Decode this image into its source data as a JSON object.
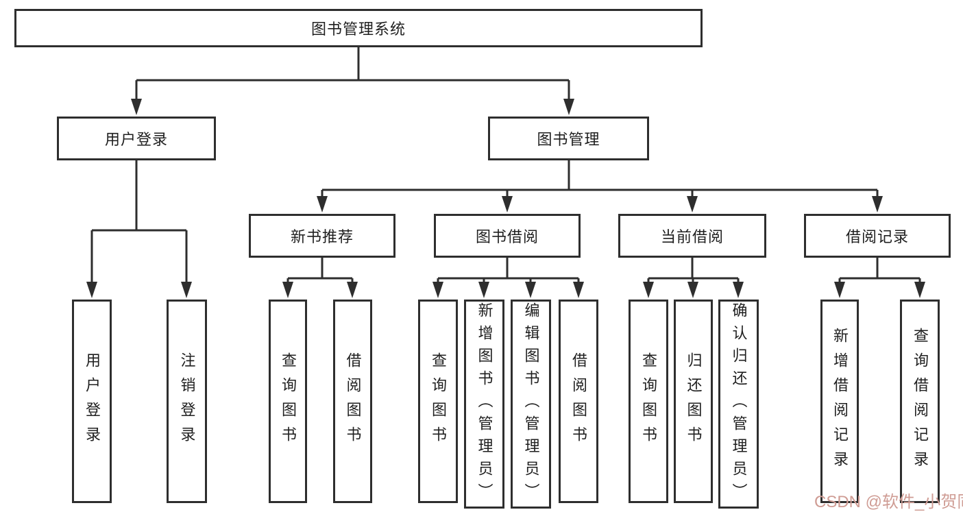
{
  "diagram_title": "图书管理系统",
  "tree": {
    "label": "图书管理系统",
    "children": [
      {
        "label": "用户登录",
        "children": [
          {
            "label": "用户登录"
          },
          {
            "label": "注销登录"
          }
        ]
      },
      {
        "label": "图书管理",
        "children": [
          {
            "label": "新书推荐",
            "children": [
              {
                "label": "查询图书"
              },
              {
                "label": "借阅图书"
              }
            ]
          },
          {
            "label": "图书借阅",
            "children": [
              {
                "label": "查询图书"
              },
              {
                "label": "新增图书（管理员）"
              },
              {
                "label": "编辑图书（管理员）"
              },
              {
                "label": "借阅图书"
              }
            ]
          },
          {
            "label": "当前借阅",
            "children": [
              {
                "label": "查询图书"
              },
              {
                "label": "归还图书"
              },
              {
                "label": "确认归还（管理员）"
              }
            ]
          },
          {
            "label": "借阅记录",
            "children": [
              {
                "label": "新增借阅记录"
              },
              {
                "label": "查询借阅记录"
              }
            ]
          }
        ]
      }
    ]
  },
  "watermark": {
    "text": "CSDN @软件_小贺同学",
    "color": "#cf9c94"
  },
  "colors": {
    "line": "#2e2e2e",
    "node_border": "#2e2e2e",
    "node_text": "#1f1f1f",
    "background": "#ffffff"
  }
}
